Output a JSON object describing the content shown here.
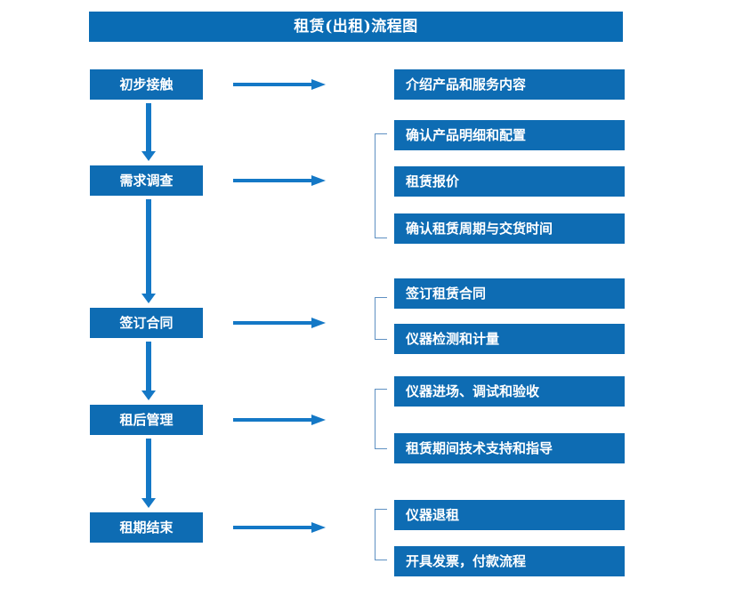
{
  "diagram": {
    "title": "租赁(出租)流程图",
    "colors": {
      "box_fill": "#0E6CB3",
      "title_fill": "#0A6CB4",
      "arrow": "#1478C6",
      "bracket": "#5E90C2",
      "label_text": "#FFFFFF",
      "background": "#FFFFFF"
    },
    "stages": [
      {
        "id": "stage-1",
        "label": "初步接触",
        "tasks": [
          {
            "label": "介绍产品和服务内容"
          }
        ]
      },
      {
        "id": "stage-2",
        "label": "需求调查",
        "tasks": [
          {
            "label": "确认产品明细和配置"
          },
          {
            "label": "租赁报价"
          },
          {
            "label": "确认租赁周期与交货时间"
          }
        ]
      },
      {
        "id": "stage-3",
        "label": "签订合同",
        "tasks": [
          {
            "label": "签订租赁合同"
          },
          {
            "label": "仪器检测和计量"
          }
        ]
      },
      {
        "id": "stage-4",
        "label": "租后管理",
        "tasks": [
          {
            "label": "仪器进场、调试和验收"
          },
          {
            "label": "租赁期间技术支持和指导"
          }
        ]
      },
      {
        "id": "stage-5",
        "label": "租期结束",
        "tasks": [
          {
            "label": "仪器退租"
          },
          {
            "label": "开具发票，付款流程"
          }
        ]
      }
    ]
  }
}
